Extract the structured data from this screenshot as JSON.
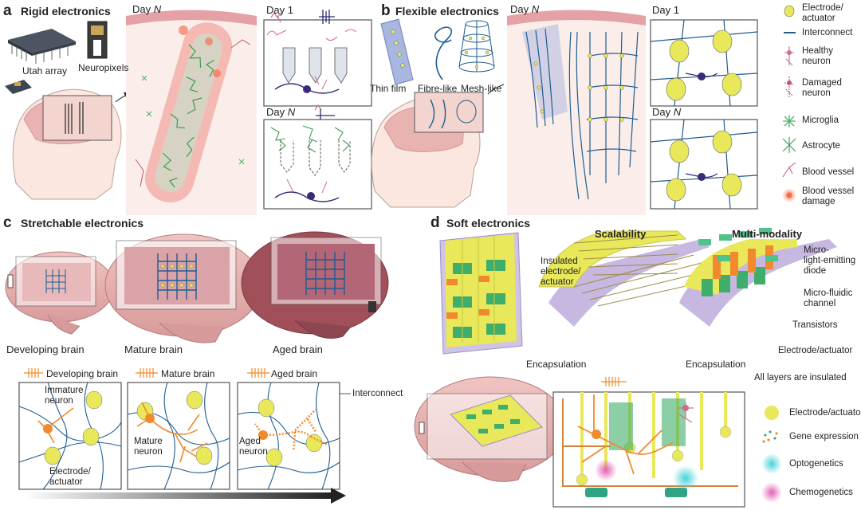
{
  "panel_a": {
    "letter": "a",
    "title": "Rigid electronics",
    "utah_array": "Utah array",
    "neuropixels": "Neuropixels",
    "day_n_prefix": "Day ",
    "n": "N",
    "day1": "Day 1"
  },
  "panel_b": {
    "letter": "b",
    "title": "Flexible electronics",
    "thin_film": "Thin film",
    "fibre_like": "Fibre-like",
    "mesh_like": "Mesh-like",
    "day_n_prefix": "Day ",
    "n": "N",
    "day1": "Day 1"
  },
  "legend": {
    "electrode": "Electrode/\nactuator",
    "interconnect": "Interconnect",
    "healthy": "Healthy\nneuron",
    "damaged": "Damaged\nneuron",
    "microglia": "Microglia",
    "astrocyte": "Astrocyte",
    "vessel": "Blood vessel",
    "vessel_damage": "Blood vessel\ndamage"
  },
  "panel_c": {
    "letter": "c",
    "title": "Stretchable electronics",
    "developing": "Developing brain",
    "mature": "Mature brain",
    "aged": "Aged brain",
    "immature_neuron": "Immature\nneuron",
    "mature_neuron": "Mature\nneuron",
    "aged_neuron": "Aged\nneuron",
    "electrode": "Electrode/\nactuator",
    "interconnect": "Interconnect"
  },
  "panel_d": {
    "letter": "d",
    "title": "Soft electronics",
    "scalability": "Scalability",
    "multi_modality": "Multi-modality",
    "insulated": "Insulated\nelectrode/\nactuator",
    "encapsulation": "Encapsulation",
    "micro_led": "Micro-\nlight-emitting\ndiode",
    "micro_fluidic": "Micro-fluidic\nchannel",
    "transistors": "Transistors",
    "electrode": "Electrode/actuator",
    "all_insulated": "All layers are insulated",
    "leg_electrode": "Electrode/actuator",
    "leg_gene": "Gene expression",
    "leg_opto": "Optogenetics",
    "leg_chemo": "Chemogenetics"
  },
  "colors": {
    "electrode": "#e8e85a",
    "interconnect": "#1f5c8f",
    "healthy_neuron": "#d06d8a",
    "damaged_neuron": "#c4547a",
    "microglia": "#52b06a",
    "astrocyte": "#3f9a56",
    "blood_vessel": "#c1586b",
    "tissue": "#f2c9c4",
    "shank": "#dfe3ec",
    "arrow": "#333333"
  }
}
